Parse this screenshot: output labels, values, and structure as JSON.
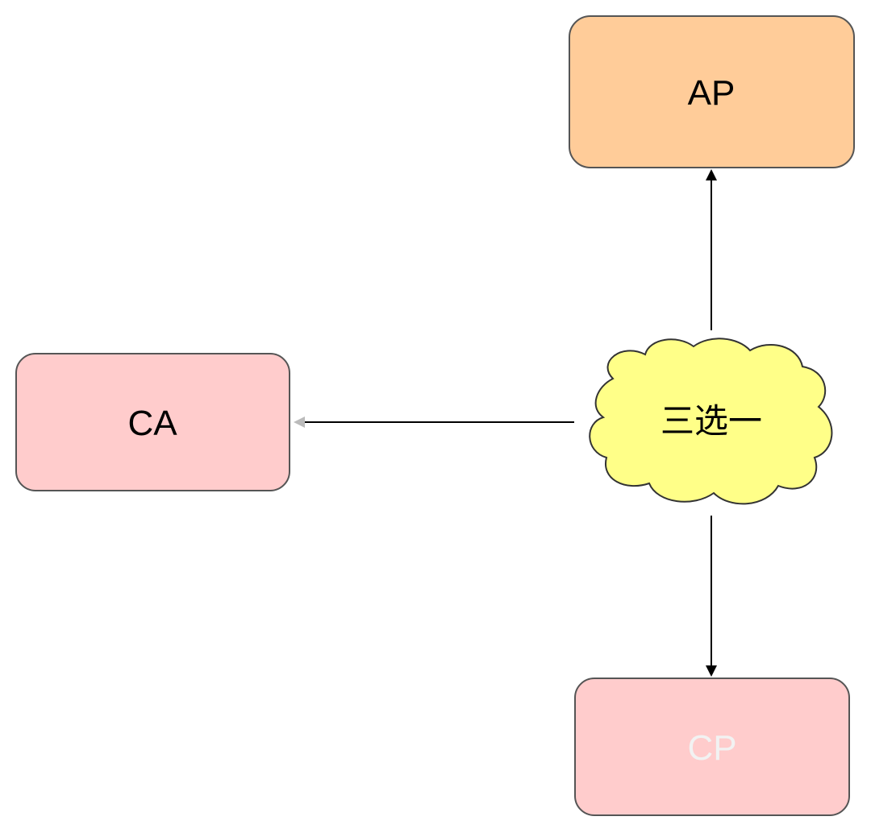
{
  "nodes": {
    "ap": {
      "label": "AP",
      "fill": "#ffcc99",
      "stroke": "#555555"
    },
    "ca": {
      "label": "CA",
      "fill": "#ffcccc",
      "stroke": "#555555"
    },
    "cp": {
      "label": "CP",
      "fill": "#ffcccc",
      "stroke": "#555555"
    }
  },
  "cloud": {
    "label": "三选一",
    "fill": "#ffff88",
    "stroke": "#333333"
  },
  "edges": [
    {
      "from": "cloud",
      "to": "ap"
    },
    {
      "from": "cloud",
      "to": "ca"
    },
    {
      "from": "cloud",
      "to": "cp"
    }
  ]
}
